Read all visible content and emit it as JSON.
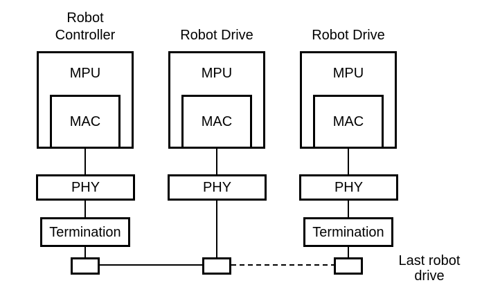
{
  "colors": {
    "line": "#000000",
    "background": "#ffffff"
  },
  "columns": [
    {
      "id": "robot-controller",
      "title": "Robot\nController",
      "mpu_label": "MPU",
      "mac_label": "MAC",
      "phy_label": "PHY",
      "termination_label": "Termination"
    },
    {
      "id": "robot-drive-1",
      "title": "Robot Drive",
      "mpu_label": "MPU",
      "mac_label": "MAC",
      "phy_label": "PHY"
    },
    {
      "id": "robot-drive-2",
      "title": "Robot Drive",
      "mpu_label": "MPU",
      "mac_label": "MAC",
      "phy_label": "PHY",
      "termination_label": "Termination"
    }
  ],
  "annotations": {
    "last_robot_drive": "Last robot\ndrive"
  },
  "bus": {
    "segments": [
      {
        "from": "robot-controller",
        "to": "robot-drive-1",
        "style": "solid"
      },
      {
        "from": "robot-drive-1",
        "to": "robot-drive-2",
        "style": "dashed"
      }
    ]
  }
}
